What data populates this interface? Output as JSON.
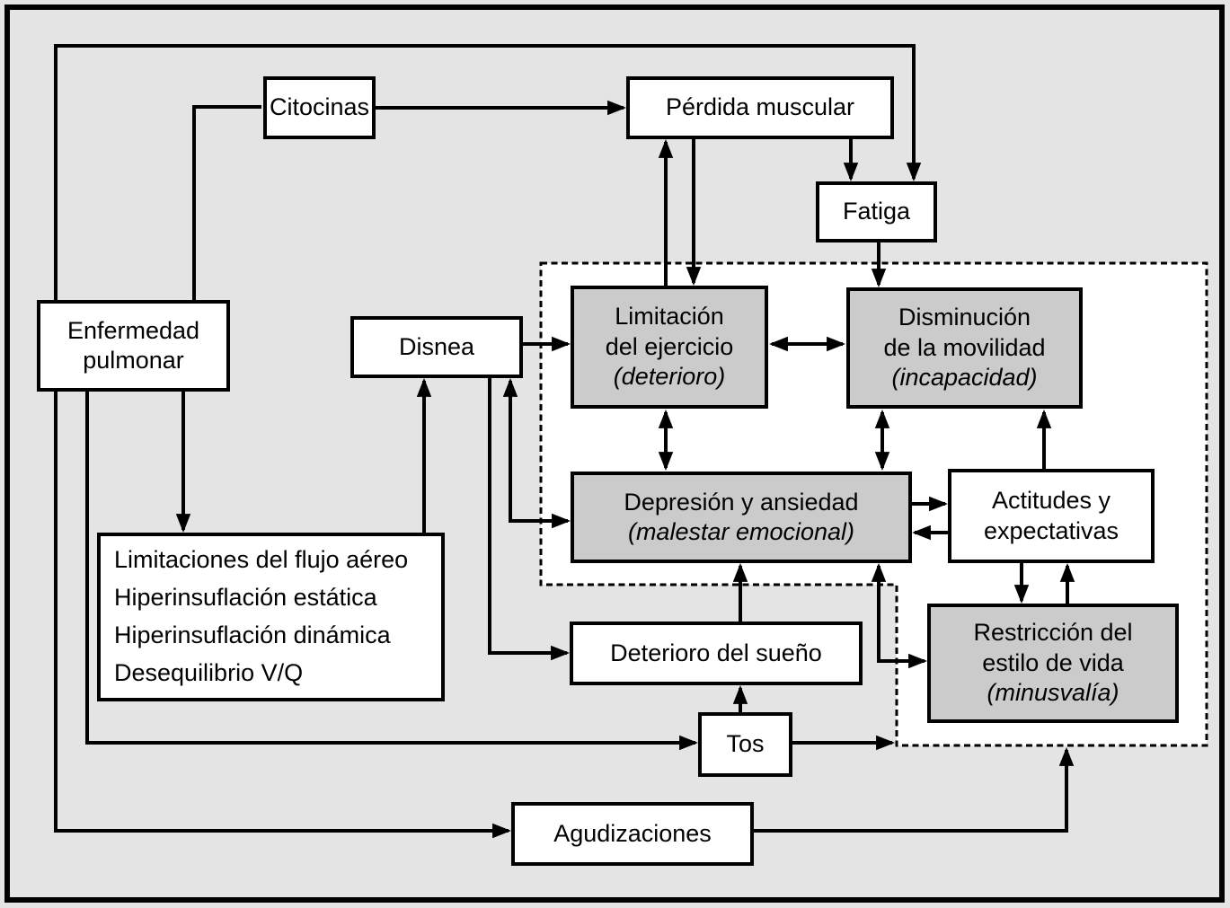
{
  "figure": {
    "type": "flow-diagram",
    "language": "es",
    "description": "Consecuencias de la enfermedad pulmonar: deterioro, incapacidad y minusvalía"
  },
  "colors": {
    "background": "#e4e4e4",
    "region_fill": "#ffffff",
    "node_gray": "#cbcbcb",
    "node_white": "#ffffff",
    "line": "#000000"
  },
  "nodes": {
    "citocinas": {
      "lines": [
        "Citocinas"
      ]
    },
    "perdida_muscular": {
      "lines": [
        "Pérdida muscular"
      ]
    },
    "fatiga": {
      "lines": [
        "Fatiga"
      ]
    },
    "enfermedad_pulmonar": {
      "lines": [
        "Enfermedad",
        "pulmonar"
      ]
    },
    "disnea": {
      "lines": [
        "Disnea"
      ]
    },
    "limitacion_ejercicio": {
      "lines": [
        "Limitación",
        "del ejercicio"
      ],
      "subtitle": "(deterioro)"
    },
    "disminucion_movilidad": {
      "lines": [
        "Disminución",
        "de la movilidad"
      ],
      "subtitle": "(incapacidad)"
    },
    "depresion_ansiedad": {
      "lines": [
        "Depresión y ansiedad"
      ],
      "subtitle": "(malestar emocional)"
    },
    "actitudes_expectativas": {
      "lines": [
        "Actitudes y",
        "expectativas"
      ]
    },
    "restriccion_estilo_vida": {
      "lines": [
        "Restricción del",
        "estilo de vida"
      ],
      "subtitle": "(minusvalía)"
    },
    "mecanismos_pulmonares": {
      "lines": [
        "Limitaciones del flujo aéreo",
        "Hiperinsuflación estática",
        "Hiperinsuflación dinámica",
        "Desequilibrio V/Q"
      ]
    },
    "deterioro_sueno": {
      "lines": [
        "Deterioro del sueño"
      ]
    },
    "tos": {
      "lines": [
        "Tos"
      ]
    },
    "agudizaciones": {
      "lines": [
        "Agudizaciones"
      ]
    }
  }
}
